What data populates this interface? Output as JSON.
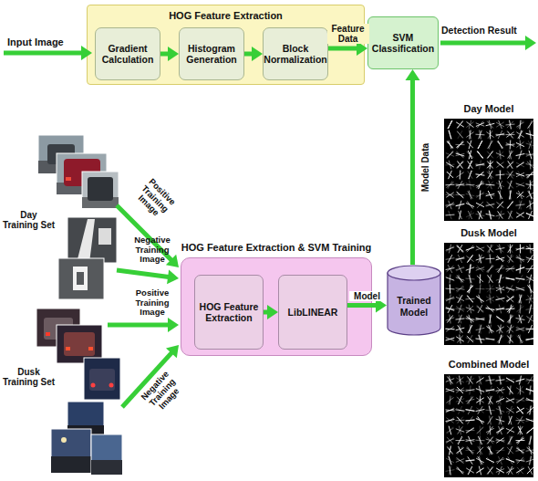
{
  "diagram": {
    "nodes": [
      {
        "text": [
          "HOG Feature Extraction"
        ]
      },
      {
        "text": [
          "Gradient Calculation"
        ],
        "in": 0
      },
      {
        "text": [
          "Histogram Generation"
        ],
        "in": 0
      },
      {
        "text": [
          "Block Normalization"
        ],
        "in": 0
      },
      {
        "text": [
          "SVM Classification"
        ]
      },
      {
        "text": [
          "HOG Feature Extraction & SVM Training"
        ]
      },
      {
        "text": [
          "HOG Feature Extraction"
        ],
        "in": 5
      },
      {
        "text": [
          "LibLINEAR"
        ],
        "in": 5
      },
      {
        "text": [
          "Trained Model"
        ]
      }
    ],
    "edges": [
      {
        "from": 1,
        "to": 2,
        "arrow": "to"
      },
      {
        "from": 2,
        "to": 3,
        "arrow": "to"
      },
      {
        "from": 3,
        "to": 4,
        "label": "Feature Data",
        "arrow": "to"
      },
      {
        "from": 6,
        "to": 7,
        "arrow": "to"
      },
      {
        "from": 7,
        "to": 8,
        "label": "Model",
        "arrow": "to"
      },
      {
        "from": 8,
        "to": 4,
        "label": "Model Data",
        "arrow": "to"
      }
    ],
    "labels": [
      "Input Image",
      "Detection Result",
      "Day Training Set",
      "Positive Training Image",
      "Negative Training Image",
      "Dusk Training Set",
      "Positive Training Image",
      "Negative Training Image",
      "Day Model",
      "Dusk Model",
      "Combined Model"
    ]
  }
}
